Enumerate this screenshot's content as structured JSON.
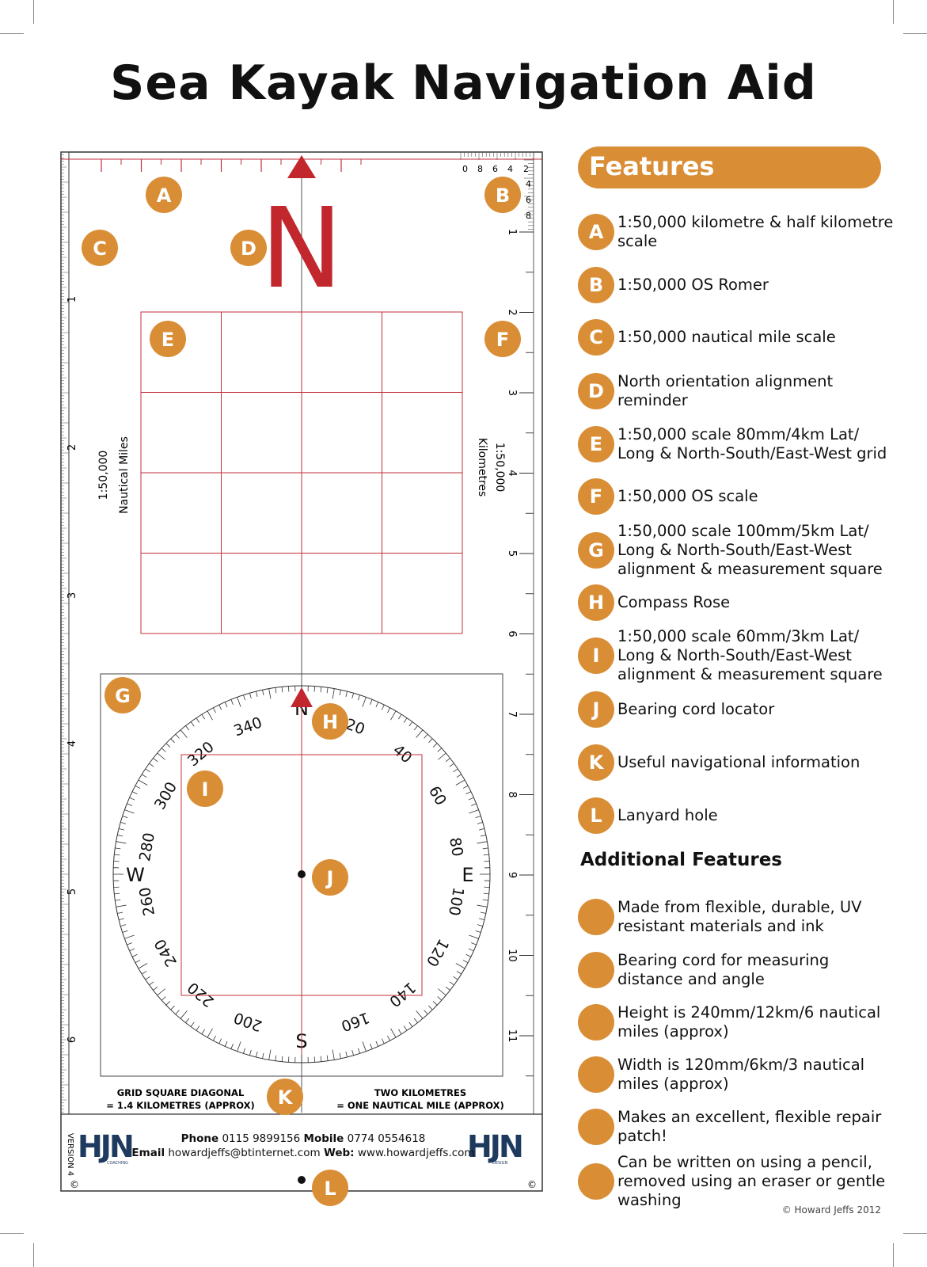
{
  "title": "Sea Kayak Navigation Aid",
  "colors": {
    "accent_orange": "#d98e36",
    "grid_red": "#c0303b",
    "north_red": "#c1272d",
    "logo_navy": "#1e3a5f"
  },
  "card": {
    "nautical_scale_label": [
      "1:50,000",
      "Nautical Miles"
    ],
    "km_scale_label": [
      "1:50,000",
      "Kilometres"
    ],
    "romer_digits": [
      "0",
      "8",
      "6",
      "4",
      "2"
    ],
    "romer_vertical_digits": [
      "4",
      "6",
      "8"
    ],
    "left_scale_numbers": [
      "1",
      "2",
      "3",
      "4",
      "5",
      "6"
    ],
    "right_scale_numbers": [
      "1",
      "2",
      "3",
      "4",
      "5",
      "6",
      "7",
      "8",
      "9",
      "10",
      "11"
    ],
    "north_letter": "N",
    "compass_cardinals": [
      "N",
      "E",
      "S",
      "W"
    ],
    "compass_degrees": [
      "20",
      "40",
      "60",
      "80",
      "100",
      "120",
      "140",
      "160",
      "200",
      "220",
      "240",
      "260",
      "280",
      "300",
      "320",
      "340"
    ],
    "grid_note": [
      "GRID SQUARE DIAGONAL",
      "= 1.4 KILOMETRES (APPROX)"
    ],
    "km_note": [
      "TWO KILOMETRES",
      "= ONE NAUTICAL MILE (APPROX)"
    ],
    "footer": {
      "phone_label": "Phone",
      "phone": "0115 9899156",
      "mobile_label": "Mobile",
      "mobile": "0774 0554618",
      "email_label": "Email",
      "email": "howardjeffs@btinternet.com",
      "web_label": "Web:",
      "web": "www.howardjeffs.com",
      "logo_letters": "HJN",
      "logo_left_sub": "COACHING",
      "logo_right_sub": "DESIGN",
      "version": "VERSION 4",
      "copyright_symbol": "©"
    },
    "markers": [
      "A",
      "B",
      "C",
      "D",
      "E",
      "F",
      "G",
      "H",
      "I",
      "J",
      "K",
      "L"
    ]
  },
  "features_title": "Features",
  "features": [
    {
      "letter": "A",
      "text": "1:50,000 kilometre & half kilometre scale"
    },
    {
      "letter": "B",
      "text": "1:50,000 OS Romer"
    },
    {
      "letter": "C",
      "text": "1:50,000 nautical mile scale"
    },
    {
      "letter": "D",
      "text": "North orientation alignment reminder"
    },
    {
      "letter": "E",
      "text": "1:50,000 scale 80mm/4km Lat/ Long & North-South/East-West grid"
    },
    {
      "letter": "F",
      "text": "1:50,000 OS scale"
    },
    {
      "letter": "G",
      "text": "1:50,000 scale 100mm/5km Lat/ Long & North-South/East-West alignment & measurement square"
    },
    {
      "letter": "H",
      "text": "Compass Rose"
    },
    {
      "letter": "I",
      "text": "1:50,000 scale 60mm/3km Lat/ Long & North-South/East-West alignment & measurement square"
    },
    {
      "letter": "J",
      "text": "Bearing cord locator"
    },
    {
      "letter": "K",
      "text": "Useful navigational information"
    },
    {
      "letter": "L",
      "text": "Lanyard hole"
    }
  ],
  "additional_title": "Additional Features",
  "additional": [
    {
      "text": "Made from flexible, durable, UV resistant materials and ink"
    },
    {
      "text": "Bearing cord for measuring distance and angle"
    },
    {
      "text": "Height is 240mm/12km/6 nautical miles (approx)"
    },
    {
      "text": "Width is 120mm/6km/3 nautical miles (approx)"
    },
    {
      "text": "Makes an excellent, flexible repair patch!"
    },
    {
      "text": "Can be written on using a pencil, removed using an eraser or gentle washing"
    }
  ],
  "copyright": "© Howard Jeffs 2012"
}
